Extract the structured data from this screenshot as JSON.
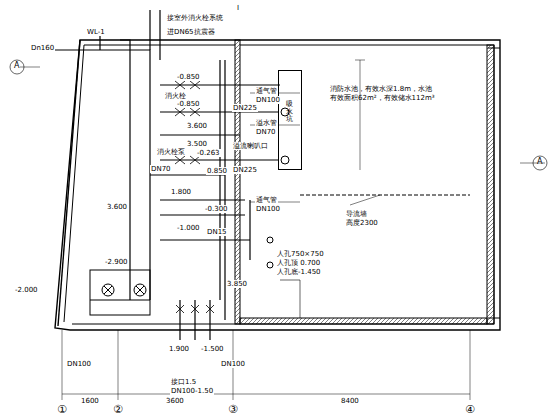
{
  "diagram": {
    "nodes": [
      {
        "text": [
          "消防水池，有效水深1.8m，水池有效面积62m²，有效储水112m³"
        ]
      },
      {
        "text": [
          "吸水坑"
        ],
        "in": 0
      }
    ],
    "labels": [
      "I",
      "接室外消火栓系统",
      "WL-1",
      "进DN65抗震器",
      "Dn160",
      "A",
      "-0.850",
      "通气管",
      "DN100",
      "消火栓",
      "-0.850",
      "DN225",
      "3.600",
      "溢水管",
      "DN70",
      "3.500",
      "溢流喇叭口",
      "消火栓泵",
      "-0.263",
      "DN70",
      "DN225",
      "0.850",
      "导流墙",
      "高度2300",
      "1.800",
      "-0.300",
      "通气管",
      "DN100",
      "-1.000",
      "DN15",
      "3.600",
      "人孔750×750",
      "人孔顶 0.700",
      "人孔底-1.450",
      "-2.000",
      "-2.900",
      "3.850",
      "1.900",
      "-1.500",
      "DN100",
      "接口1.5",
      "DN100-1.50",
      "DN100",
      "1600",
      "3600",
      "8400",
      "①",
      "②",
      "③",
      "④",
      "A"
    ]
  }
}
